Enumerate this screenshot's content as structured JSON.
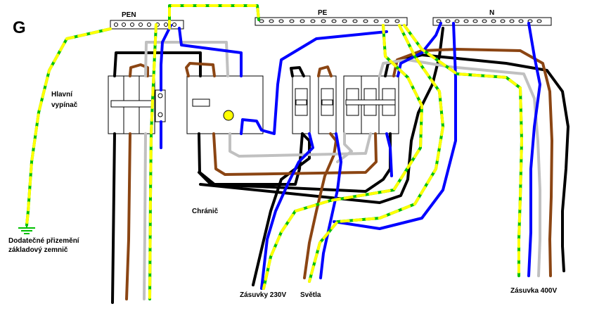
{
  "title": "G",
  "busbars": {
    "pen": "PEN",
    "pe": "PE",
    "n": "N"
  },
  "labels": {
    "main_switch_1": "Hlavní",
    "main_switch_2": "vypínač",
    "rcd": "Chránič",
    "grounding_1": "Dodatečné přizemění",
    "grounding_2": "základový zemnič",
    "sockets_230": "Zásuvky 230V",
    "lights": "Světla",
    "socket_400": "Zásuvka 400V"
  },
  "colors": {
    "phase_black": "#000000",
    "phase_brown": "#8b4513",
    "phase_gray": "#c0c0c0",
    "neutral_blue": "#0000ff",
    "pe_green": "#00c000",
    "pe_yellow": "#ffff00"
  }
}
